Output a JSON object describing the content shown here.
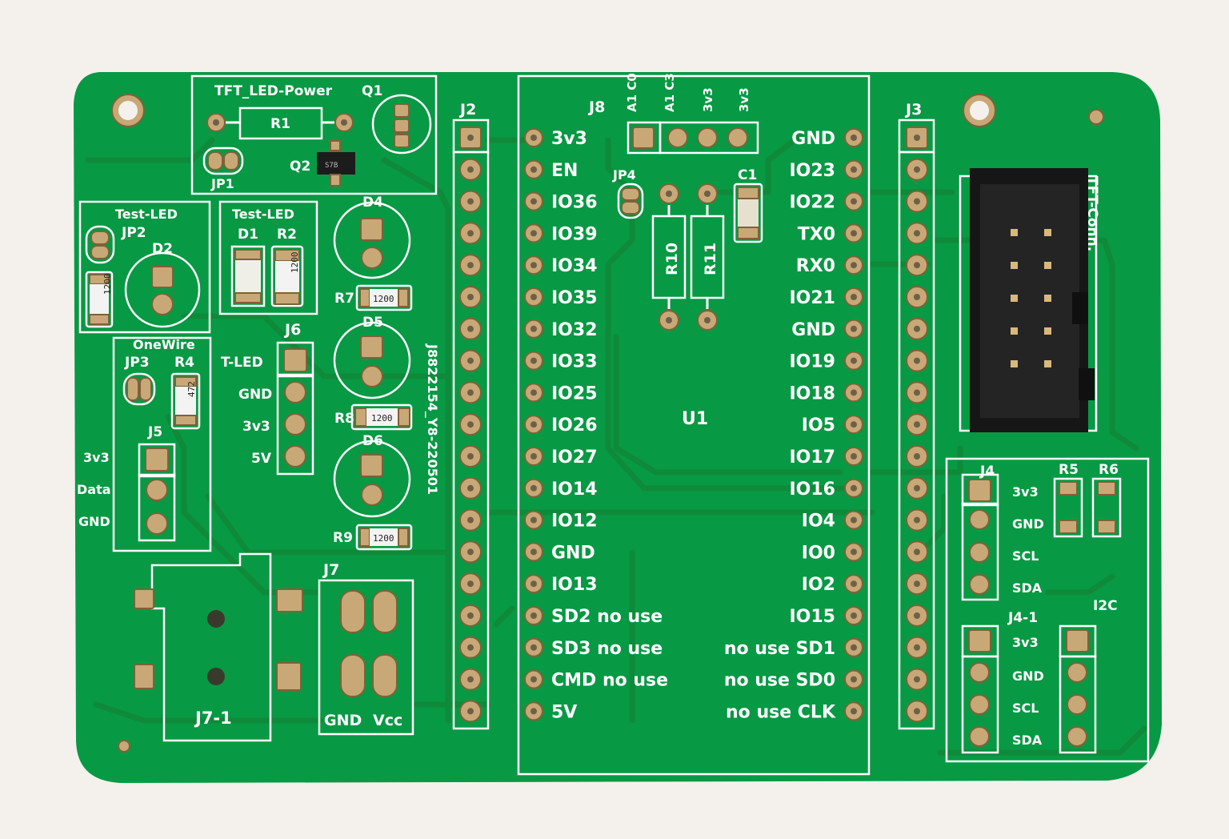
{
  "board": {
    "title": "TFT_LED-Power",
    "part_code": "J8822154_Y8-220501",
    "u1_label": "U1",
    "colors": {
      "solder_mask": "#089944",
      "silkscreen": "#ffffff",
      "pad": "#c9a877",
      "background": "#f4f1ec"
    }
  },
  "components": {
    "r1": "R1",
    "q1": "Q1",
    "q2": "Q2",
    "jp1": "JP1",
    "test_led_left": "Test-LED",
    "jp2": "JP2",
    "d2": "D2",
    "test_led_mid": "Test-LED",
    "d1": "D1",
    "r2": "R2",
    "d4": "D4",
    "r7": "R7",
    "d5": "D5",
    "r8": "R8",
    "d6": "D6",
    "r9": "R9",
    "onewire": "OneWire",
    "jp3": "JP3",
    "r4": "R4",
    "j5": "J5",
    "j6": "J6",
    "j7": "J7",
    "j7_1": "J7-1",
    "j2": "J2",
    "j3": "J3",
    "j8": "J8",
    "jp4": "JP4",
    "c1": "C1",
    "r10": "R10",
    "r11": "R11",
    "j4": "J4",
    "j4_1": "J4-1",
    "r5": "R5",
    "r6": "R6",
    "i2c": "I2C",
    "tft_conn": "TFT-Conn."
  },
  "resistor_codes": {
    "r2": "1200",
    "r7": "1200",
    "r8": "1200",
    "r9": "1200",
    "left": "1200",
    "r4": "472",
    "q2": "S7B"
  },
  "j8_labels": [
    "A1 C0",
    "A1 C3",
    "3v3",
    "3v3"
  ],
  "j6_pins": [
    "T-LED",
    "GND",
    "3v3",
    "5V"
  ],
  "j5_pins": [
    "3v3",
    "Data",
    "GND"
  ],
  "j7_pins": [
    "GND",
    "Vcc"
  ],
  "j4_pins": [
    "3v3",
    "GND",
    "SCL",
    "SDA"
  ],
  "j4_1_pins": [
    "3v3",
    "GND",
    "SCL",
    "SDA"
  ],
  "u1_left_pins": [
    "3v3",
    "EN",
    "IO36",
    "IO39",
    "IO34",
    "IO35",
    "IO32",
    "IO33",
    "IO25",
    "IO26",
    "IO27",
    "IO14",
    "IO12",
    "GND",
    "IO13",
    "SD2 no use",
    "SD3 no use",
    "CMD no use",
    "5V"
  ],
  "u1_right_pins": [
    "GND",
    "IO23",
    "IO22",
    "TX0",
    "RX0",
    "IO21",
    "GND",
    "IO19",
    "IO18",
    "IO5",
    "IO17",
    "IO16",
    "IO4",
    "IO0",
    "IO2",
    "IO15",
    "no use SD1",
    "no use SD0",
    "no use CLK"
  ]
}
